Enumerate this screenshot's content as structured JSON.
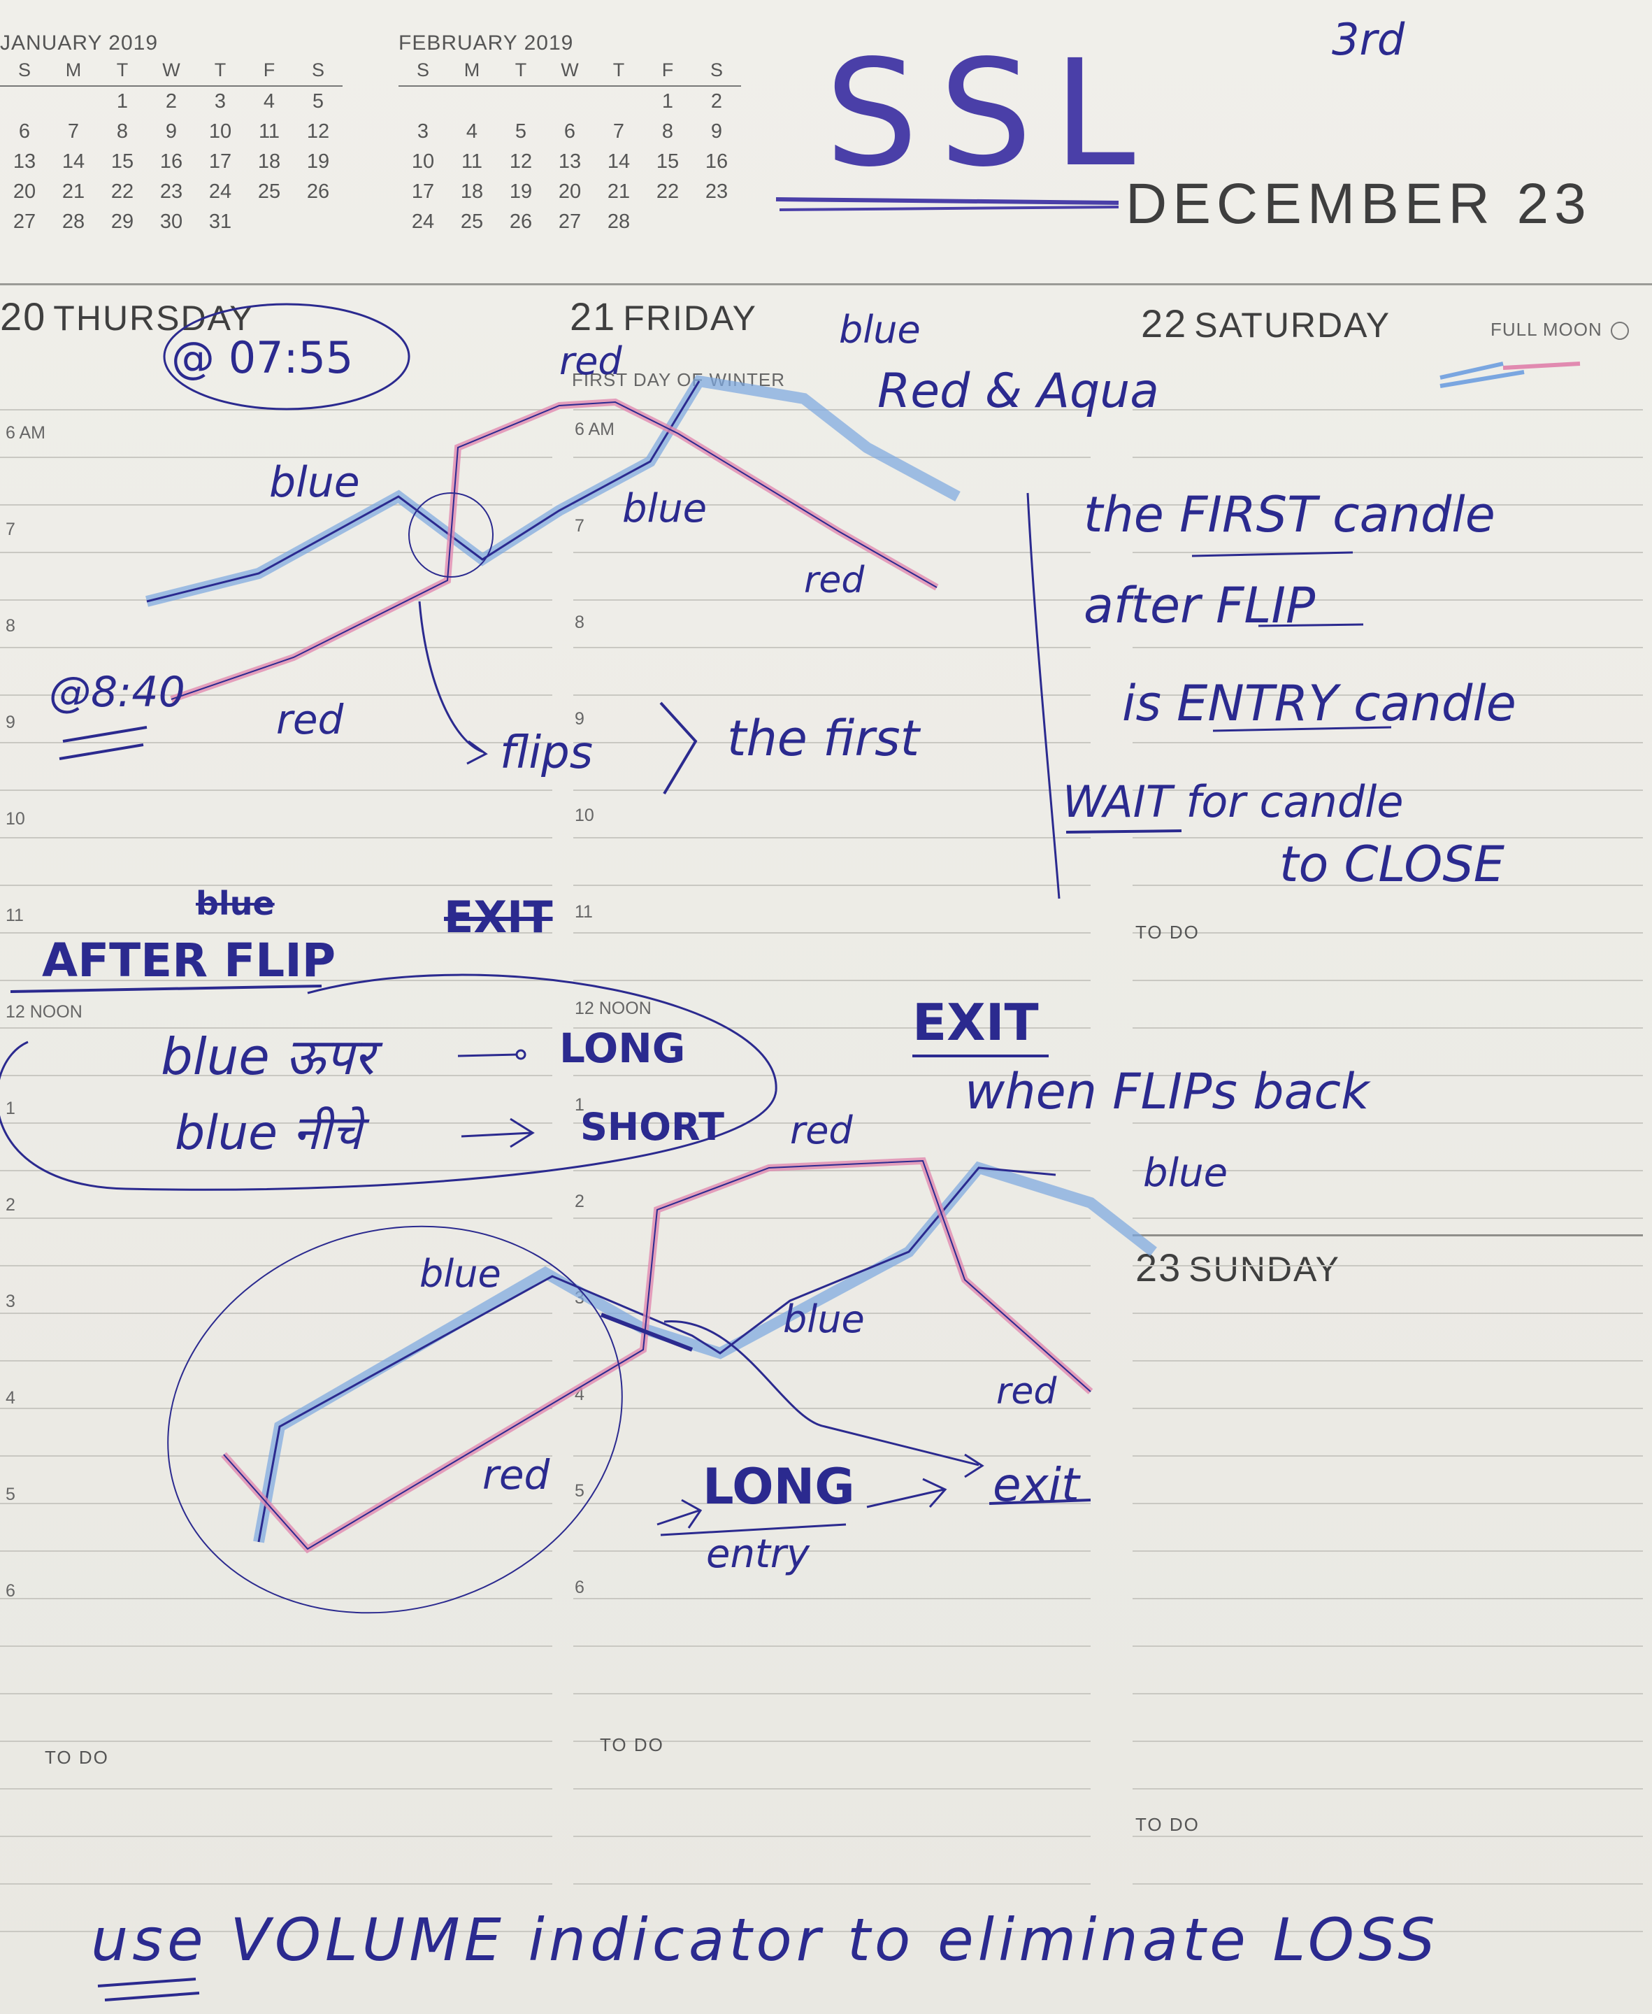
{
  "calendar": {
    "jan": {
      "title": "JANUARY 2019",
      "days": [
        "S",
        "M",
        "T",
        "W",
        "T",
        "F",
        "S"
      ],
      "rows": [
        [
          "",
          "",
          "1",
          "2",
          "3",
          "4",
          "5"
        ],
        [
          "6",
          "7",
          "8",
          "9",
          "10",
          "11",
          "12"
        ],
        [
          "13",
          "14",
          "15",
          "16",
          "17",
          "18",
          "19"
        ],
        [
          "20",
          "21",
          "22",
          "23",
          "24",
          "25",
          "26"
        ],
        [
          "27",
          "28",
          "29",
          "30",
          "31",
          "",
          ""
        ]
      ]
    },
    "feb": {
      "title": "FEBRUARY 2019",
      "days": [
        "S",
        "M",
        "T",
        "W",
        "T",
        "F",
        "S"
      ],
      "rows": [
        [
          "",
          "",
          "",
          "",
          "",
          "1",
          "2"
        ],
        [
          "3",
          "4",
          "5",
          "6",
          "7",
          "8",
          "9"
        ],
        [
          "10",
          "11",
          "12",
          "13",
          "14",
          "15",
          "16"
        ],
        [
          "17",
          "18",
          "19",
          "20",
          "21",
          "22",
          "23"
        ],
        [
          "24",
          "25",
          "26",
          "27",
          "28",
          "",
          ""
        ]
      ]
    }
  },
  "header": {
    "month": "DECEMBER 23",
    "title_handwritten": "SSL",
    "superscript": "3rd"
  },
  "days": {
    "thu": {
      "num": "20",
      "name": "THURSDAY"
    },
    "fri": {
      "num": "21",
      "name": "FRIDAY",
      "note": "FIRST DAY OF WINTER"
    },
    "sat": {
      "num": "22",
      "name": "SATURDAY",
      "note": "FULL MOON"
    },
    "sun": {
      "num": "23",
      "name": "SUNDAY"
    }
  },
  "hours": {
    "col1": [
      "6 AM",
      "7",
      "8",
      "9",
      "10",
      "11",
      "12 NOON",
      "1",
      "2",
      "3",
      "4",
      "5",
      "6"
    ],
    "col2": [
      "6 AM",
      "7",
      "8",
      "9",
      "10",
      "11",
      "12 NOON",
      "1",
      "2",
      "3",
      "4",
      "5",
      "6"
    ]
  },
  "todo": "TO DO",
  "notes": {
    "time1": "@ 07:55",
    "time2": "@8:40",
    "red_aqua": "Red & Aqua",
    "blue1": "blue",
    "red1": "red",
    "red_top": "red",
    "blue_top": "blue",
    "blue2": "blue",
    "red2": "red",
    "flips": "flips",
    "the_first": "the first",
    "rule_line1": "the FIRST candle",
    "rule_line2": "after FLIP",
    "rule_line3": "is ENTRY candle",
    "rule_line4": "WAIT for candle",
    "rule_line5": "to CLOSE",
    "after_flip": "AFTER FLIP",
    "struck_blue": "blue",
    "struck_exit": "EXIT",
    "blue_upar": "blue ऊपर",
    "long": "LONG",
    "blue_neeche": "blue नीचे",
    "short": "SHORT",
    "exit_title": "EXIT",
    "exit_rule": "when FLIPs back",
    "red3": "red",
    "blue3": "blue",
    "blue4": "blue",
    "red4": "red",
    "blue5": "blue",
    "red5": "red",
    "long_entry": "LONG",
    "entry": "entry",
    "exit_label": "exit",
    "bottom": "use VOLUME indicator to eliminate LOSS"
  },
  "colors": {
    "ink": "#2b2a8f",
    "red": "#d0517a",
    "aqua": "#5b8fd6"
  }
}
